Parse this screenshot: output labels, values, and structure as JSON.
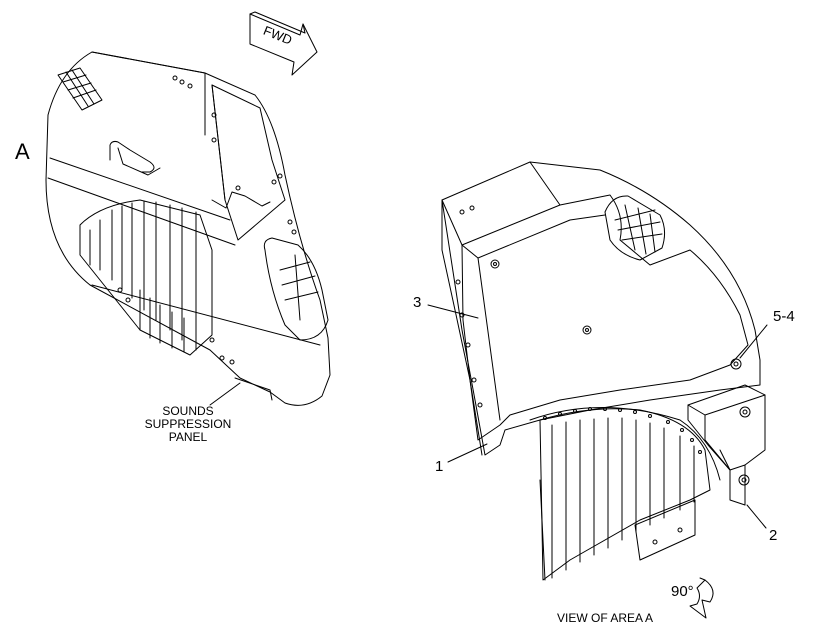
{
  "labels": {
    "view_marker": "A",
    "fwd": "FWD",
    "sound_panel": [
      "SOUNDS",
      "SUPPRESSION",
      "PANEL"
    ],
    "callout_1": "1",
    "callout_2": "2",
    "callout_3": "3",
    "callout_5_4": "5-4",
    "rotation": "90°",
    "view_caption": "VIEW OF AREA  A"
  },
  "icons": {
    "fwd_arrow": "fwd-arrow-icon",
    "rotation_arrow": "rotate-arrow-icon"
  }
}
